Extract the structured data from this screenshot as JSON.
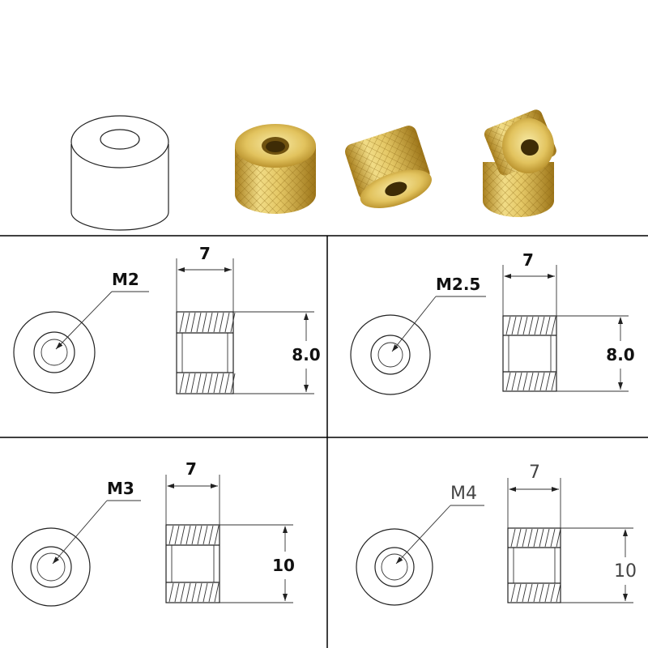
{
  "colors": {
    "brass_light": "#f3e08a",
    "brass_mid": "#d9b548",
    "brass_dark": "#a67f1c",
    "line": "#222222"
  },
  "photos": [
    {
      "kind": "line-drawing",
      "name": "knurled-nut-sketch"
    },
    {
      "kind": "photo",
      "name": "brass-nut-front"
    },
    {
      "kind": "photo",
      "name": "brass-nut-tilted"
    },
    {
      "kind": "photo",
      "name": "brass-nut-stacked"
    }
  ],
  "drawings": [
    {
      "thread": "M2",
      "width": "7",
      "height": "8.0",
      "style": "bold"
    },
    {
      "thread": "M2.5",
      "width": "7",
      "height": "8.0",
      "style": "bold"
    },
    {
      "thread": "M3",
      "width": "7",
      "height": "10",
      "style": "bold"
    },
    {
      "thread": "M4",
      "width": "7",
      "height": "10",
      "style": "thin"
    }
  ]
}
